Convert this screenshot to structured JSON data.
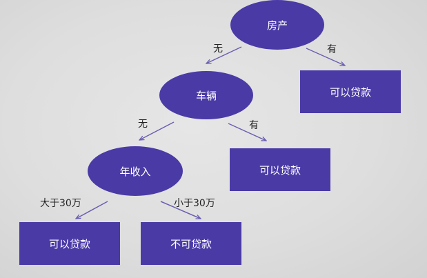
{
  "colors": {
    "node_fill": "#4a3aa6",
    "node_text": "#ffffff",
    "edge": "#6a5fb0",
    "label_text": "#222222"
  },
  "nodes": {
    "property": {
      "label": "房产"
    },
    "vehicle": {
      "label": "车辆"
    },
    "income": {
      "label": "年收入"
    },
    "loan_property_yes": {
      "label": "可以贷款"
    },
    "loan_vehicle_yes": {
      "label": "可以贷款"
    },
    "loan_income_high": {
      "label": "可以贷款"
    },
    "no_loan_income_low": {
      "label": "不可贷款"
    }
  },
  "edges": {
    "property_no": {
      "label": "无"
    },
    "property_yes": {
      "label": "有"
    },
    "vehicle_no": {
      "label": "无"
    },
    "vehicle_yes": {
      "label": "有"
    },
    "income_high": {
      "label": "大于30万"
    },
    "income_low": {
      "label": "小于30万"
    }
  }
}
